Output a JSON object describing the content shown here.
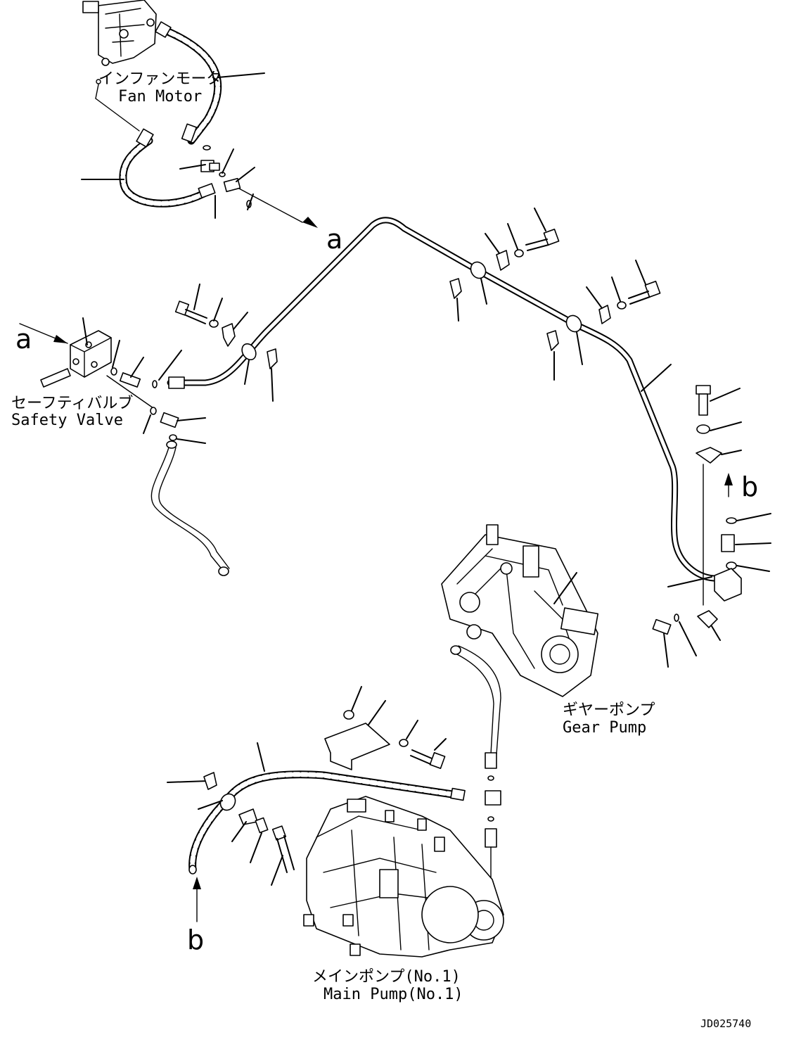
{
  "labels": {
    "fan_motor_jp": "インファンモータ",
    "fan_motor_en": "Fan Motor",
    "safety_valve_jp": "セーフティバルブ",
    "safety_valve_en": "Safety Valve",
    "gear_pump_jp": "ギヤーポンプ",
    "gear_pump_en": "Gear Pump",
    "main_pump_jp": "メインポンプ(No.1)",
    "main_pump_en": "Main Pump(No.1)"
  },
  "refs": {
    "a_top": "a",
    "a_left": "a",
    "b_right": "b",
    "b_bottom": "b"
  },
  "drawing_code": "JD025740"
}
